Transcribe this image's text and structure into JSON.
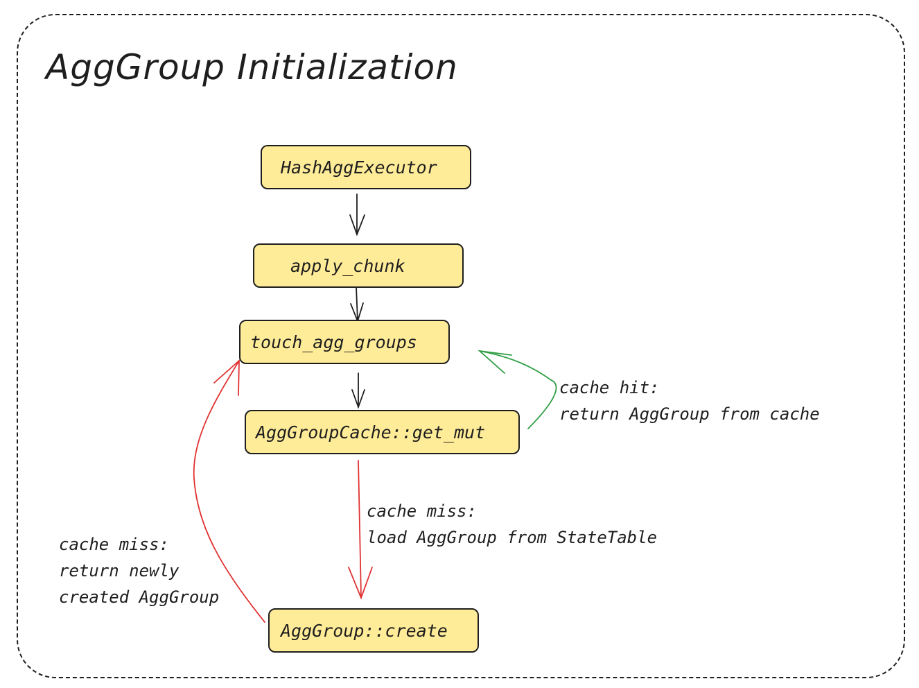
{
  "title": "AggGroup Initialization",
  "nodes": {
    "hash_agg_executor": "HashAggExecutor",
    "apply_chunk": "apply_chunk",
    "touch_agg_groups": "touch_agg_groups",
    "agg_group_cache_get_mut": "AggGroupCache::get_mut",
    "agg_group_create": "AggGroup::create"
  },
  "labels": {
    "cache_hit": [
      "cache hit:",
      "return AggGroup from cache"
    ],
    "cache_miss_load": [
      "cache miss:",
      "load AggGroup from StateTable"
    ],
    "cache_miss_return": [
      "cache miss:",
      "return newly",
      "created AggGroup"
    ]
  },
  "colors": {
    "node_fill": "#ffec99",
    "stroke": "#1e1e1e",
    "hit_edge": "#2f9e44",
    "miss_edge": "#e03131"
  }
}
